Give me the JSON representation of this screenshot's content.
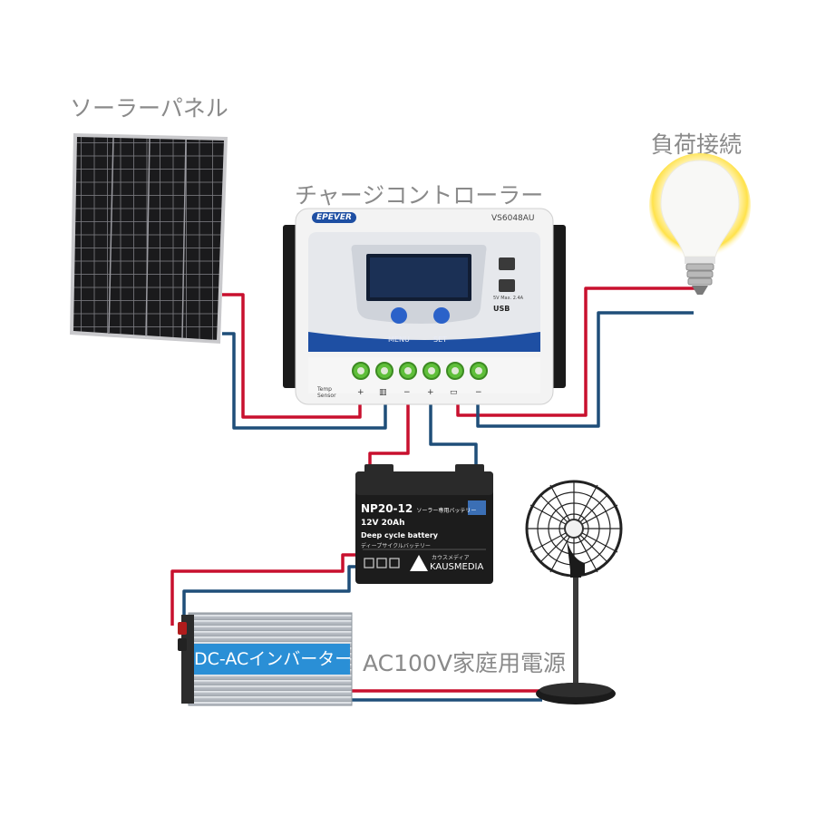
{
  "labels": {
    "solar_panel": "ソーラーパネル",
    "charge_controller": "チャージコントローラー",
    "load": "負荷接続",
    "ac_output": "AC100V家庭用電源"
  },
  "controller": {
    "brand": "EPEVER",
    "model": "VS6048AU",
    "menu": "MENU",
    "set": "SET",
    "usb": "USB",
    "usb_spec": "5V  Max. 2.4A",
    "temp_sensor": "Temp\nSensor"
  },
  "battery": {
    "model": "NP20-12",
    "model_sub": "ソーラー専用バッテリー",
    "spec": "12V 20Ah",
    "type": "Deep cycle battery",
    "type_jp": "ディープサイクルバッテリー",
    "brand_jp": "カウスメディア",
    "brand": "KAUSMEDIA"
  },
  "inverter": {
    "label": "DC-ACインバーター"
  },
  "colors": {
    "positive_wire": "#c8102e",
    "negative_wire": "#1f4e79",
    "label_gray": "#8a8a8a",
    "inverter_blue": "#2a8fd6",
    "controller_blue": "#1e4fa3"
  }
}
